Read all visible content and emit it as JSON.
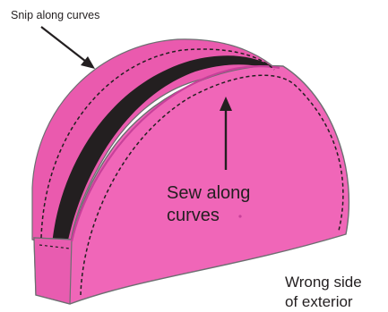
{
  "labels": {
    "snip": "Snip along curves",
    "sew_line1": "Sew along",
    "sew_line2": "curves",
    "wrong_line1": "Wrong side",
    "wrong_line2": "of exterior"
  },
  "colors": {
    "fabric_front": "#f066b8",
    "fabric_back": "#ea5aae",
    "fabric_edge": "#c8409a",
    "outline": "#6d6e71",
    "stitch": "#231f20",
    "gap": "#231f20",
    "arrow": "#231f20"
  }
}
